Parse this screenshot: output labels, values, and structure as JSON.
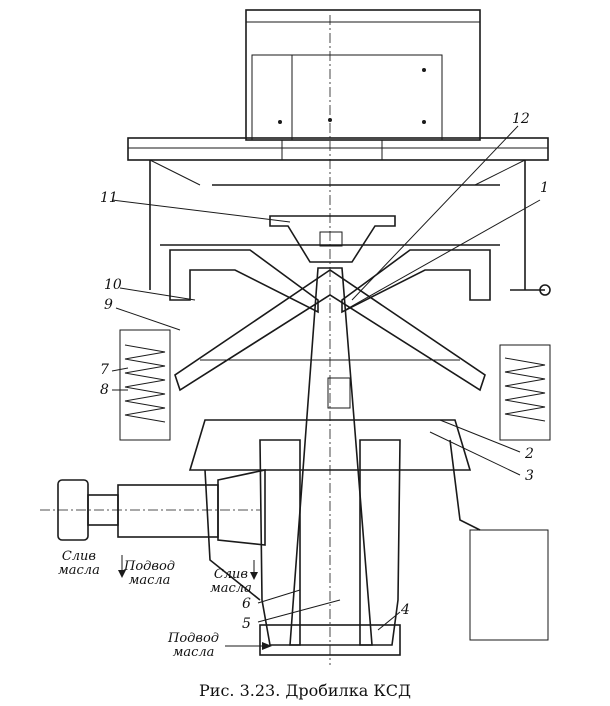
{
  "callouts": [
    "12",
    "11",
    "1",
    "10",
    "9",
    "7",
    "8",
    "2",
    "3",
    "6",
    "5",
    "4"
  ],
  "flows": {
    "oil_drain_left": "Слив\nмасла",
    "oil_supply_mid": "Подвод\nмасла",
    "oil_drain_right": "Слив\nмасла",
    "oil_supply_bottom": "Подвод\nмасла"
  },
  "caption": "Рис. 3.23. Дробилка КСД"
}
